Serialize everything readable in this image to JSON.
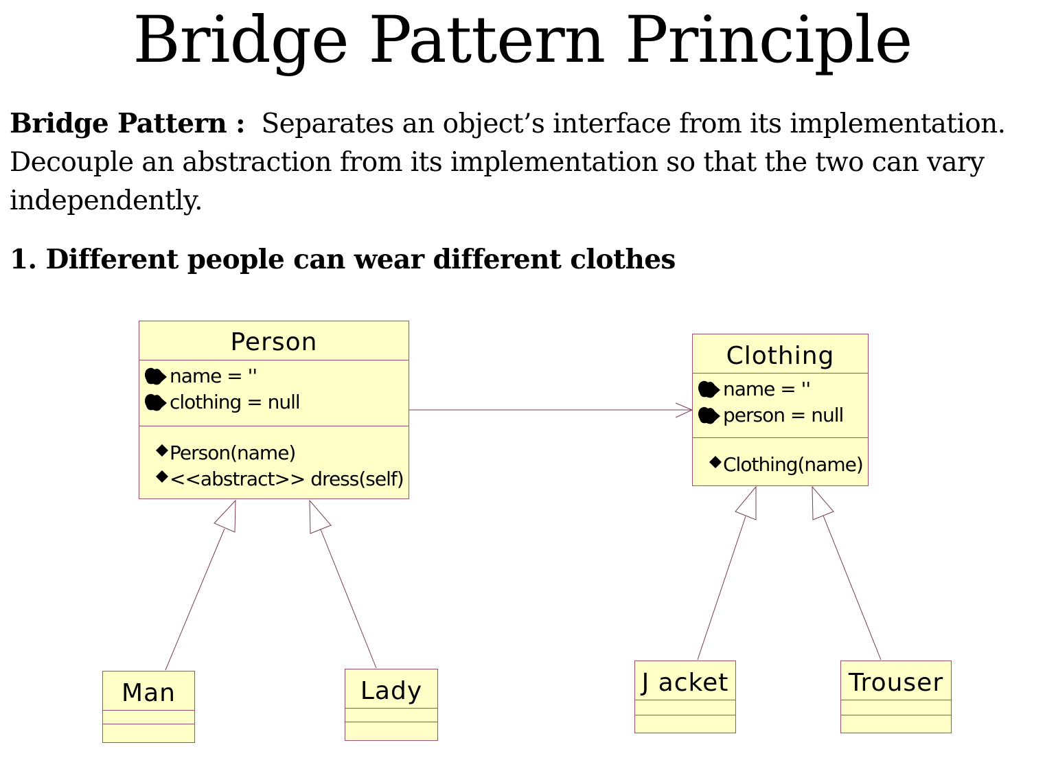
{
  "title": "Bridge Pattern Principle",
  "definition": {
    "term": "Bridge Pattern :",
    "text": "Separates an object’s interface from its implementation. Decouple an abstraction from its implementation so that the two can vary independently."
  },
  "section_heading": "1. Different people can wear different clothes",
  "classes": {
    "person": {
      "name": "Person",
      "attributes": [
        "name = ''",
        "clothing = null"
      ],
      "operations": [
        "Person(name)",
        "<<abstract>> dress(self)"
      ]
    },
    "clothing": {
      "name": "Clothing",
      "attributes": [
        "name = ''",
        "person = null"
      ],
      "operations": [
        "Clothing(name)"
      ]
    },
    "man": {
      "name": "Man"
    },
    "lady": {
      "name": "Lady"
    },
    "jacket": {
      "name": "J acket"
    },
    "trouser": {
      "name": "Trouser"
    }
  },
  "colors": {
    "class_fill": "#ffffc8",
    "class_border": "#a0506e",
    "connector": "#7a3b57"
  },
  "icons": {
    "attribute": "attribute-icon",
    "operation": "operation-diamond-icon"
  }
}
